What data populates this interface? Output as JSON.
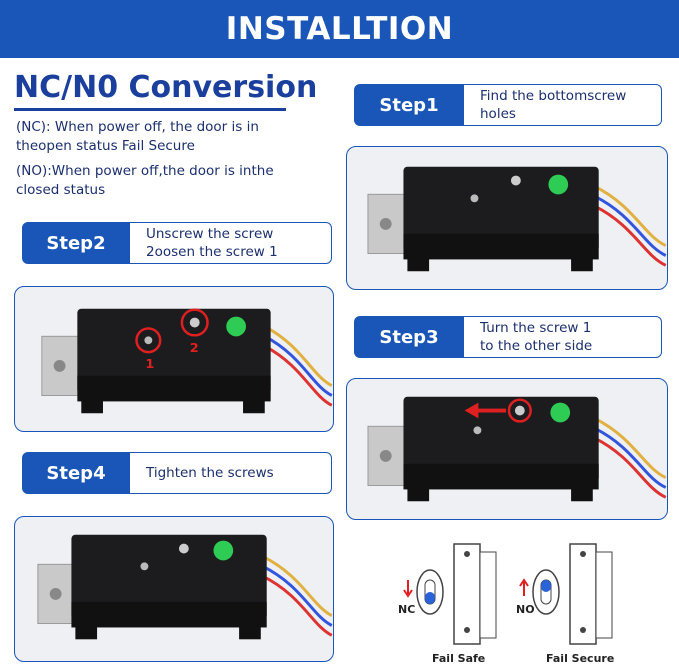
{
  "banner": {
    "title": "INSTALLTION"
  },
  "conversion": {
    "title": "NC/N0 Conversion",
    "nc_line1": "(NC): When power off, the door is in",
    "nc_line2": "theopen status Fail Secure",
    "no_line1": "(NO):When power off,the door is inthe",
    "no_line2": "closed status"
  },
  "steps": [
    {
      "label": "Step1",
      "line1": "Find the bottomscrew",
      "line2": "holes"
    },
    {
      "label": "Step2",
      "line1": "Unscrew the screw",
      "line2": "2oosen the screw 1"
    },
    {
      "label": "Step3",
      "line1": "Turn the screw 1",
      "line2": "to the other side"
    },
    {
      "label": "Step4",
      "line1": "Tighten the screws",
      "line2": ""
    }
  ],
  "photo_markers": {
    "screw1": "1",
    "screw2": "2"
  },
  "diagram": {
    "nc_label": "NC",
    "no_label": "NO",
    "fail_safe": "Fail Safe",
    "fail_secure": "Fail Secure"
  },
  "colors": {
    "brand_blue": "#1a56b8",
    "marker_red": "#e02020",
    "sticker_green": "#2ecc55"
  }
}
